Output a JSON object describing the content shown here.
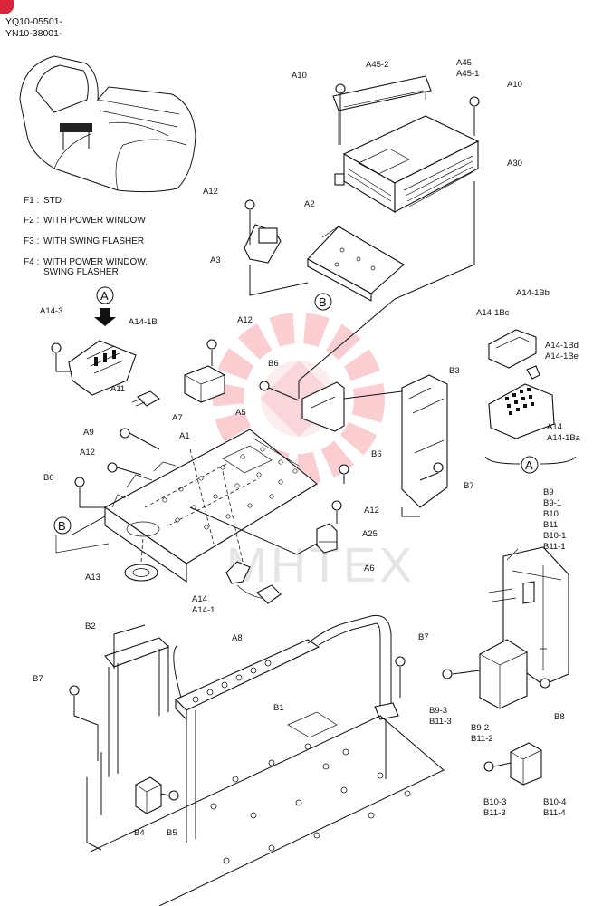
{
  "header": {
    "serial_1": "YQ10-05501-",
    "serial_2": "YN10-38001-"
  },
  "legend": [
    {
      "code": "F1 :",
      "text": "STD"
    },
    {
      "code": "F2 :",
      "text": "WITH POWER WINDOW"
    },
    {
      "code": "F3 :",
      "text": "WITH SWING FLASHER"
    },
    {
      "code": "F4 :",
      "text": "WITH POWER WINDOW,"
    },
    {
      "code": "",
      "text": "SWING FLASHER"
    }
  ],
  "watermark": "MHTEX",
  "callouts": {
    "A": "A",
    "B": "B"
  },
  "labels": {
    "A10_left": "A10",
    "A10_right": "A10",
    "A45_2": "A45-2",
    "A45": "A45",
    "A45_1": "A45-1",
    "A30": "A30",
    "A12_top": "A12",
    "A2": "A2",
    "A3": "A3",
    "A14_3": "A14-3",
    "A14_1B": "A14-1B",
    "A12_mid": "A12",
    "B6_top": "B6",
    "B3": "B3",
    "A11": "A11",
    "A7": "A7",
    "A5": "A5",
    "A9": "A9",
    "A1": "A1",
    "A12_left": "A12",
    "B6_left": "B6",
    "B6_right": "B6",
    "B7_right_top": "B7",
    "A12_lower": "A12",
    "A25": "A25",
    "A6": "A6",
    "A13": "A13",
    "A14_low": "A14",
    "A14_1_low": "A14-1",
    "A8": "A8",
    "B2": "B2",
    "B7_left": "B7",
    "B7_mid": "B7",
    "B1": "B1",
    "B4": "B4",
    "B5": "B5",
    "A14_1Bb": "A14-1Bb",
    "A14_1Bc": "A14-1Bc",
    "A14_1Bd": "A14-1Bd",
    "A14_1Be": "A14-1Be",
    "A14_r": "A14",
    "A14_1Ba": "A14-1Ba",
    "B9": "B9",
    "B9_1": "B9-1",
    "B10": "B10",
    "B11": "B11",
    "B10_1": "B10-1",
    "B11_1": "B11-1",
    "B9_3": "B9-3",
    "B11_3a": "B11-3",
    "B9_2": "B9-2",
    "B11_2": "B11-2",
    "B8": "B8",
    "B10_3": "B10-3",
    "B11_3b": "B11-3",
    "B10_4": "B10-4",
    "B11_4": "B11-4"
  }
}
